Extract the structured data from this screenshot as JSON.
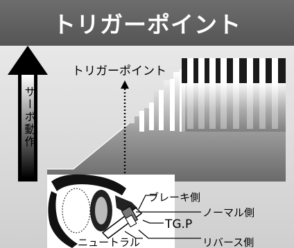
{
  "title": "トリガーポイント",
  "side_label": "サーボ動作",
  "trigger_point_label": "トリガーポイント",
  "callouts": {
    "brake_side": "ブレーキ側",
    "normal_side": "ノーマル側",
    "tgp": "TG.P",
    "neutral": "ニュートラル",
    "reverse_side": "リバース側"
  },
  "colors": {
    "title_bar": "#5e5e5e",
    "panel": "#d9d9d9",
    "arrow": "#000000"
  }
}
